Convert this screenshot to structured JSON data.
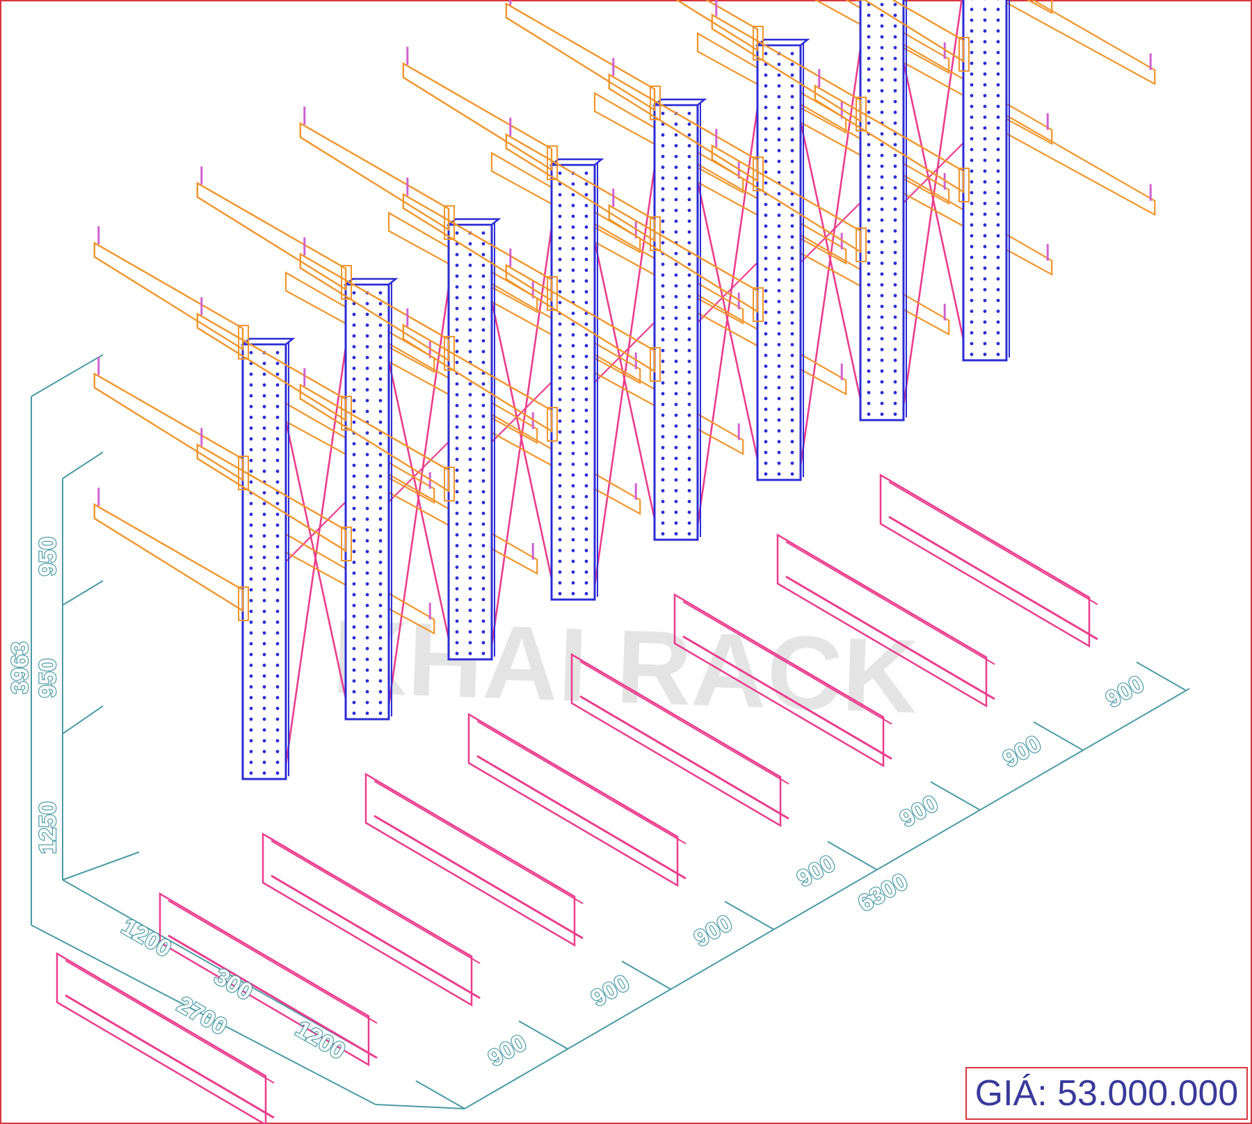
{
  "drawing": {
    "watermark": "KHAI RACK",
    "dimensions": {
      "height_total": "3963",
      "level_gaps": [
        "950",
        "950",
        "1250"
      ],
      "depth_total": "2700",
      "depth_arm_front": "1200",
      "depth_column": "300",
      "depth_arm_back": "1200",
      "length_total": "6300",
      "bay_widths": [
        "900",
        "900",
        "900",
        "900",
        "900",
        "900",
        "900"
      ]
    },
    "colors": {
      "frame_border": "#d9363e",
      "dimension_line": "#4a9aa4",
      "column": "#2b2bd6",
      "column_fill": "#ffffff",
      "arm": "#f0952a",
      "brace_and_base": "#ea3c8c",
      "arm_tip": "#d060d0"
    }
  },
  "price": {
    "label": "GIÁ: 53.000.000"
  }
}
